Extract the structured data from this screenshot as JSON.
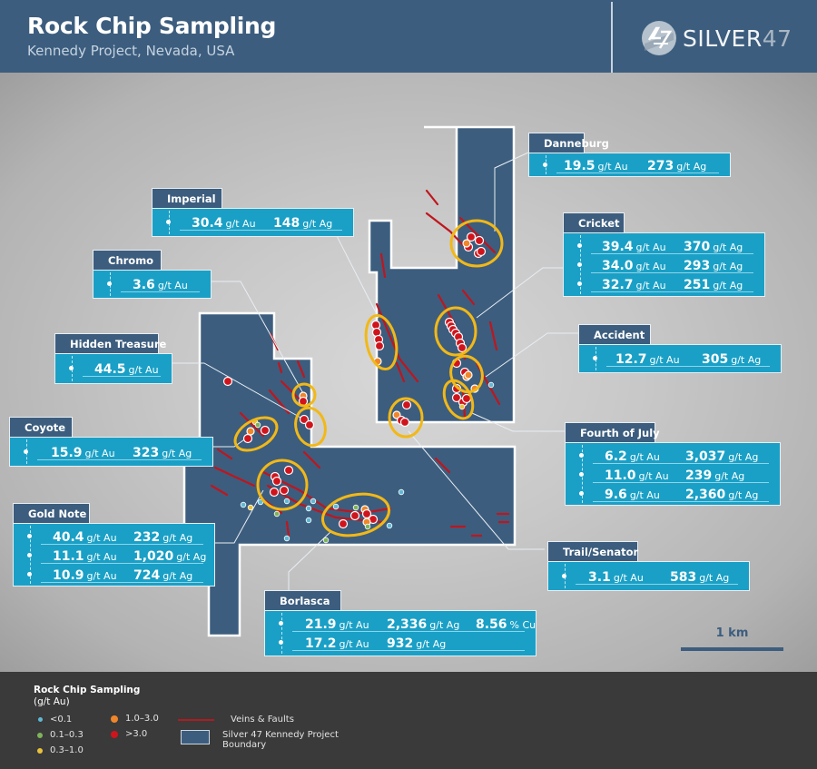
{
  "header": {
    "title": "Rock Chip Sampling",
    "subtitle": "Kennedy Project, Nevada, USA",
    "logo_text": "SILVER",
    "logo_number": "47"
  },
  "colors": {
    "header_bg": "#3c5d7e",
    "callout_box": "#1aa0c6",
    "callout_tag": "#3c5d7e",
    "boundary_fill": "#3c5d7e",
    "vein": "#c0151d",
    "highlight_ellipse": "#f2b817",
    "legend_bg": "#3a3a3a"
  },
  "callouts": [
    {
      "name": "Danneburg",
      "rows": [
        {
          "au": "19.5",
          "ag": "273"
        }
      ]
    },
    {
      "name": "Imperial",
      "rows": [
        {
          "au": "30.4",
          "ag": "148"
        }
      ]
    },
    {
      "name": "Cricket",
      "rows": [
        {
          "au": "39.4",
          "ag": "370"
        },
        {
          "au": "34.0",
          "ag": "293"
        },
        {
          "au": "32.7",
          "ag": "251"
        }
      ]
    },
    {
      "name": "Chromo",
      "rows": [
        {
          "au": "3.6"
        }
      ]
    },
    {
      "name": "Hidden Treasure",
      "rows": [
        {
          "au": "44.5"
        }
      ]
    },
    {
      "name": "Accident",
      "rows": [
        {
          "au": "12.7",
          "ag": "305"
        }
      ]
    },
    {
      "name": "Coyote",
      "rows": [
        {
          "au": "15.9",
          "ag": "323"
        }
      ]
    },
    {
      "name": "Fourth of July",
      "rows": [
        {
          "au": "6.2",
          "ag": "3,037"
        },
        {
          "au": "11.0",
          "ag": "239"
        },
        {
          "au": "9.6",
          "ag": "2,360"
        }
      ]
    },
    {
      "name": "Gold Note",
      "rows": [
        {
          "au": "40.4",
          "ag": "232"
        },
        {
          "au": "11.1",
          "ag": "1,020"
        },
        {
          "au": "10.9",
          "ag": "724"
        }
      ]
    },
    {
      "name": "Trail/Senator",
      "rows": [
        {
          "au": "3.1",
          "ag": "583"
        }
      ]
    },
    {
      "name": "Borlasca",
      "rows": [
        {
          "au": "21.9",
          "ag": "2,336",
          "cu": "8.56"
        },
        {
          "au": "17.2",
          "ag": "932"
        }
      ]
    }
  ],
  "units": {
    "au": "g/t Au",
    "ag": "g/t Ag",
    "cu": "% Cu"
  },
  "scale": {
    "label": "1 km"
  },
  "legend": {
    "title": "Rock Chip Sampling",
    "subtitle": "(g/t Au)",
    "classes": [
      {
        "label": "<0.1",
        "color": "#5fb9d6"
      },
      {
        "label": "0.1–0.3",
        "color": "#7fb35a"
      },
      {
        "label": "0.3–1.0",
        "color": "#eac23a"
      },
      {
        "label": "1.0–3.0",
        "color": "#f0862a"
      },
      {
        "label": ">3.0",
        "color": "#d0141c"
      }
    ],
    "veins_label": "Veins & Faults",
    "boundary_label_1": "Silver 47 Kennedy Project",
    "boundary_label_2": "Boundary"
  }
}
